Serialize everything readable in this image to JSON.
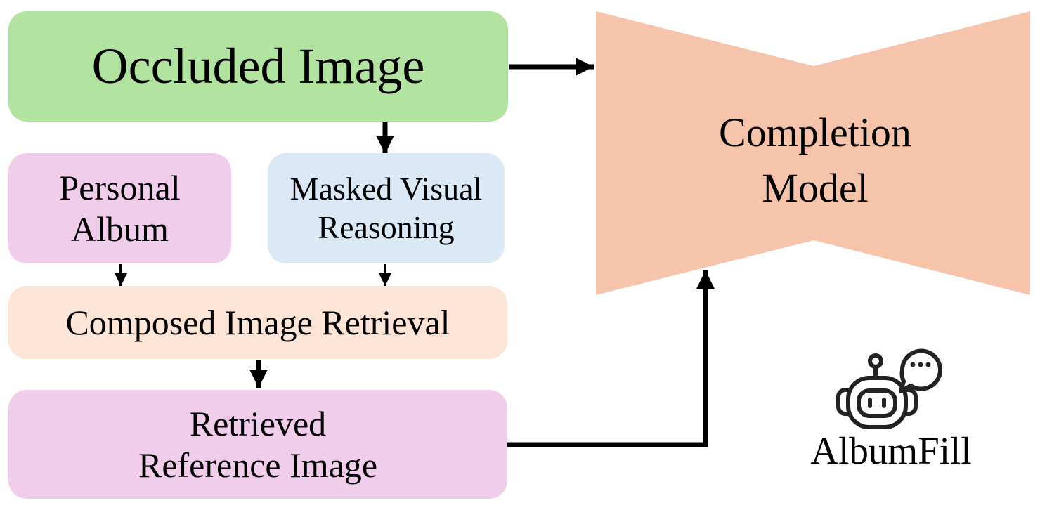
{
  "colors": {
    "occluded_box": "#b3e3a0",
    "album_box": "#f0cdea",
    "reasoning_box": "#dbe8f6",
    "retrieval_box": "#fce4d6",
    "reference_box": "#f0cdea",
    "model_shape": "#f6c4aa",
    "arrows": "#000000"
  },
  "nodes": {
    "occluded_image": {
      "label": "Occluded Image"
    },
    "personal_album": {
      "line1": "Personal",
      "line2": "Album"
    },
    "masked_visual_reasoning": {
      "line1": "Masked Visual",
      "line2": "Reasoning"
    },
    "composed_image_retrieval": {
      "label": "Composed Image Retrieval"
    },
    "retrieved_reference_image": {
      "line1": "Retrieved",
      "line2": "Reference Image"
    },
    "completion_model": {
      "line1": "Completion",
      "line2": "Model"
    }
  },
  "branding": {
    "name": "AlbumFill",
    "icon": "robot-chat-icon"
  }
}
